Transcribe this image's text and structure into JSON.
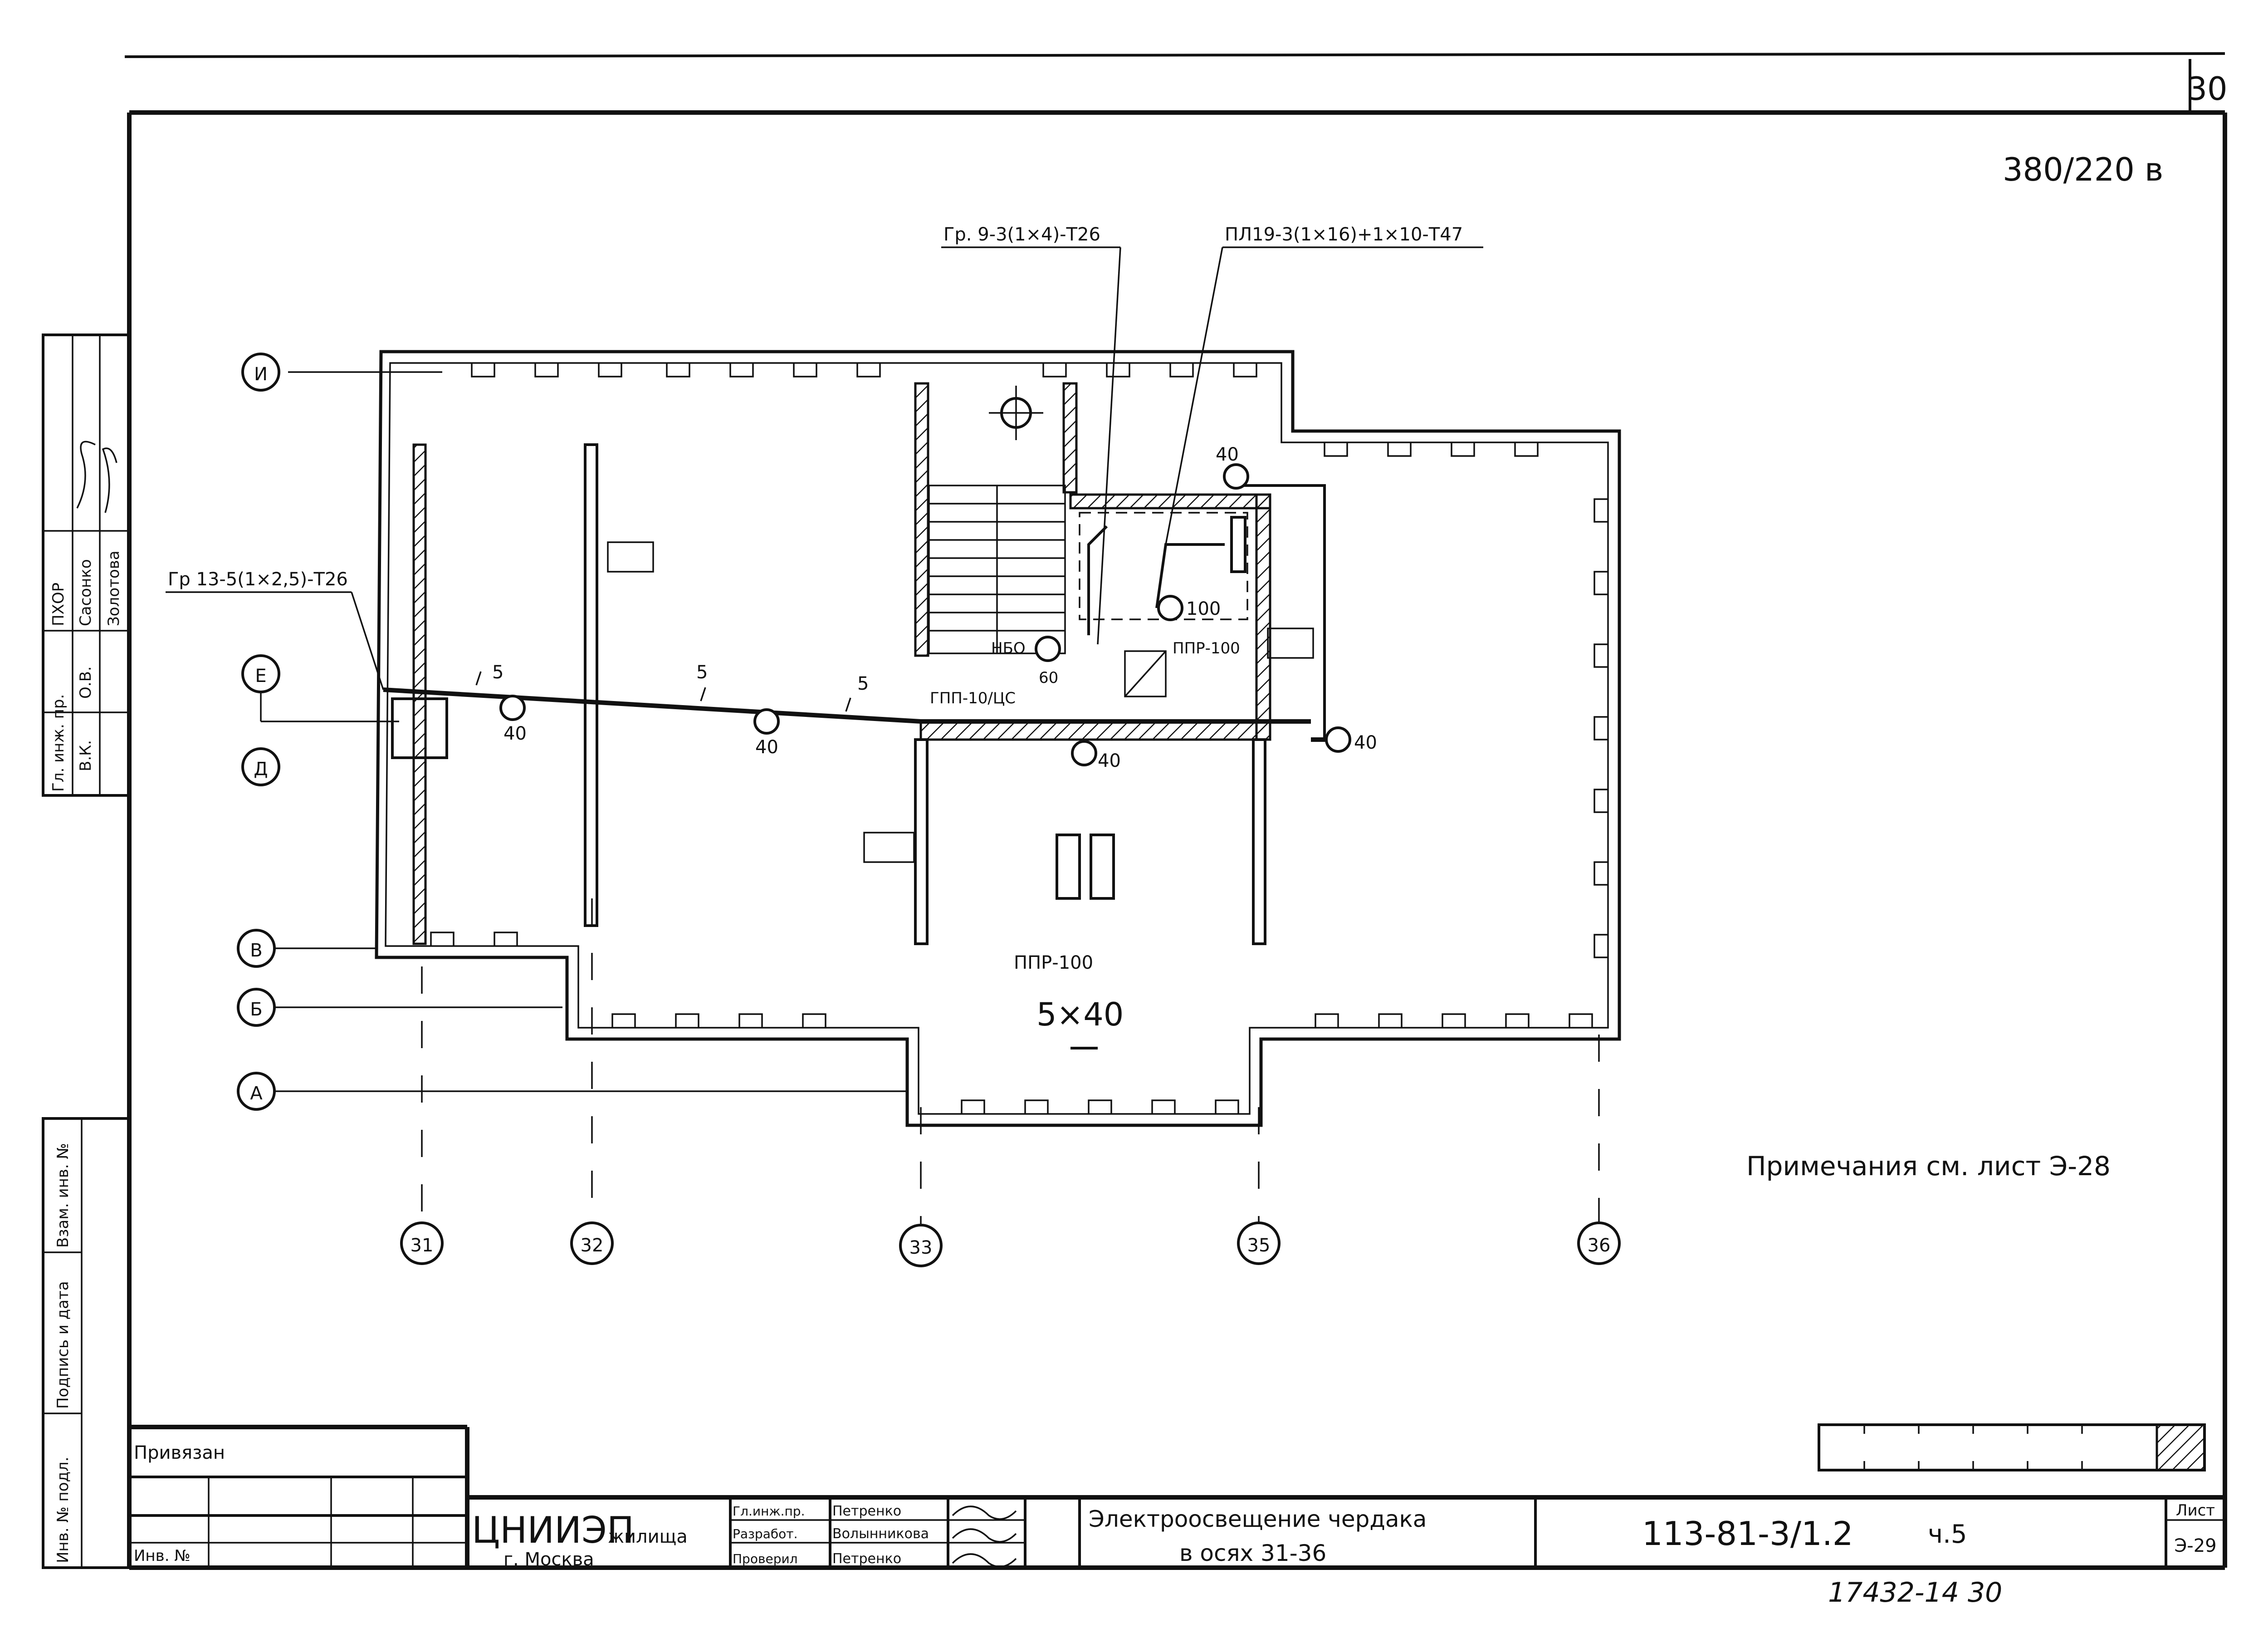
{
  "sheet": {
    "page_number": "30",
    "voltage": "380/220 в",
    "note": "Примечания см. лист Э-28"
  },
  "cables": {
    "group9": "Гр. 9-3(1×4)-Т26",
    "supply": "ПЛ19-3(1×16)+1×10-Т47",
    "group13": "Гр 13-5(1×2,5)-Т26"
  },
  "axes": {
    "rows": [
      "И",
      "Е",
      "Д",
      "В",
      "Б",
      "А"
    ],
    "columns": [
      "31",
      "32",
      "33",
      "35",
      "36"
    ]
  },
  "plan": {
    "wire_count_labels": [
      "5",
      "5",
      "5"
    ],
    "lamp_powers": [
      "40",
      "40",
      "40",
      "40",
      "40",
      "100",
      "60"
    ],
    "lamp_types": {
      "ppr_small": "ППР-100",
      "ppr_main": "ППР-100",
      "nbo": "НБО",
      "gpp": "ГПП-10/ЦС"
    },
    "room_spec": "5×40"
  },
  "side_stamp": {
    "roles": [
      "Гл. инж. пр.",
      "О.В.",
      "В.К."
    ],
    "values": [
      "ПХОР",
      "Сасонко",
      "Золотова"
    ],
    "inventory": [
      "Инв. № подл.",
      "Подпись и дата",
      "Взам. инв. №"
    ]
  },
  "title_block": {
    "attached": "Привязан",
    "inv_no": "Инв. №",
    "org_name": "ЦНИИЭП",
    "org_sub": "жилища",
    "org_city": "г. Москва",
    "roles": [
      "Гл.инж.пр.",
      "Разработ.",
      "Проверил"
    ],
    "names": [
      "Петренко",
      "Волынникова",
      "Петренко"
    ],
    "drawing_title_line1": "Электроосвещение чердака",
    "drawing_title_line2": "в осях 31-36",
    "project_code": "113-81-3/1.2",
    "part": "ч.5",
    "sheet_label": "Лист",
    "sheet_value": "Э-29",
    "archive_no": "17432-14 30"
  }
}
